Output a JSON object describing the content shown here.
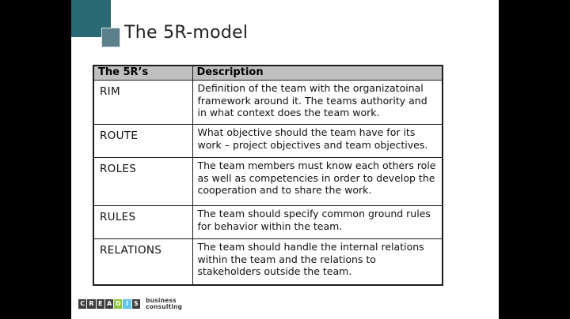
{
  "slide": {
    "title": "The 5R-model"
  },
  "table": {
    "headers": {
      "term": "The 5R’s",
      "description": "Description"
    },
    "rows": [
      {
        "term": "RIM",
        "description": "Definition of the team with the organizatoinal framework around it. The teams authority and in what context does the team work."
      },
      {
        "term": "ROUTE",
        "description": "What objective should the team have for its work – project objectives and team objectives."
      },
      {
        "term": "ROLES",
        "description": "The team members must know each others role as well as competencies in order to develop the cooperation and to share the work."
      },
      {
        "term": "RULES",
        "description": "The team should specify common ground rules for behavior within the team."
      },
      {
        "term": "RELATIONS",
        "description": "The team should handle the internal relations within the team and the relations to stakeholders outside the team."
      }
    ]
  },
  "logo": {
    "letters": [
      {
        "char": "C",
        "color": "#3f3f3f"
      },
      {
        "char": "R",
        "color": "#3f3f3f"
      },
      {
        "char": "E",
        "color": "#3f3f3f"
      },
      {
        "char": "A",
        "color": "#3f3f3f"
      },
      {
        "char": "D",
        "color": "#8cc63e"
      },
      {
        "char": "I",
        "color": "#63c5e8"
      },
      {
        "char": "S",
        "color": "#3f3f3f"
      }
    ],
    "tagline_line1": "business",
    "tagline_line2": "consulting"
  },
  "colors": {
    "letterbox": "#000000",
    "accent_teal": "#2a6a74",
    "accent_slate": "#5d808e",
    "header_bg": "#c0c0c0"
  }
}
